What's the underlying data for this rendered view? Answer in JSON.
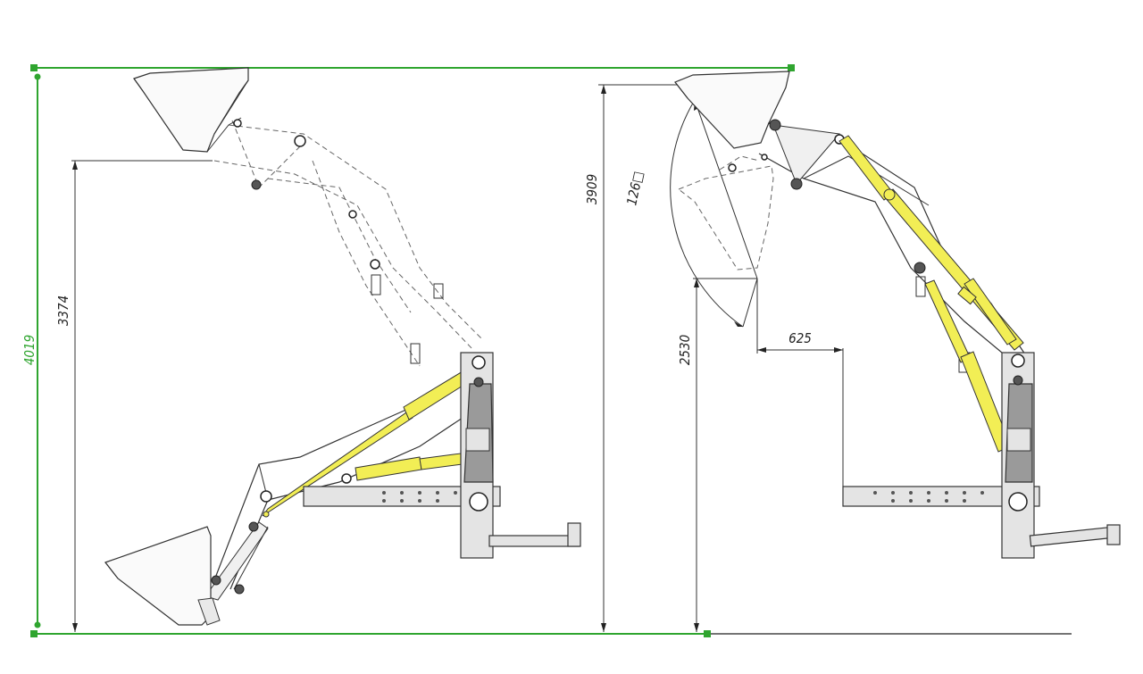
{
  "colors": {
    "dimension_green": "#2fa52f",
    "dimension_black": "#222222",
    "cylinder_yellow": "#f2ee55",
    "frame_gray": "#9a9a9a"
  },
  "dimensions": {
    "overall_height": "4019",
    "left_lift_height": "3374",
    "right_lift_height": "3909",
    "angle": "126□",
    "dump_height": "2530",
    "reach": "625"
  }
}
